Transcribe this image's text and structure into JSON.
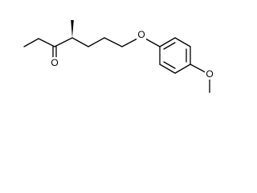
{
  "structure": {
    "atoms": {
      "carbonyl_oxygen": "O",
      "ether_oxygen": "O",
      "methoxy_oxygen": "O"
    }
  }
}
